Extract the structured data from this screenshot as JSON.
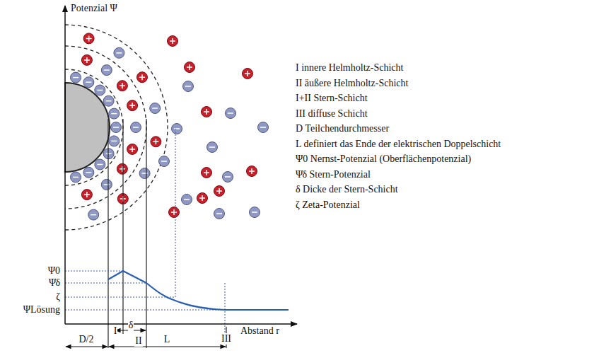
{
  "diagram": {
    "labels": [
      "Potenzial Ψ",
      "Ψ0",
      "Ψδ",
      "ζ",
      "ΨLösung",
      "Abstand r",
      "I",
      "δ",
      "II",
      "III",
      "D/2",
      "L",
      "I innere Helmholtz-Schicht",
      "II äußere Helmholtz-Schicht",
      "I+II Stern-Schicht",
      "III diffuse Schicht",
      "D Teilchendurchmesser",
      "L definiert das Ende der elektrischen Doppelschicht",
      "Ψ0 Nernst-Potenzial (Oberflächenpotenzial)",
      "Ψδ Stern-Potenzial",
      "δ Dicke der Stern-Schicht",
      "ζ Zeta-Potenzial"
    ]
  }
}
